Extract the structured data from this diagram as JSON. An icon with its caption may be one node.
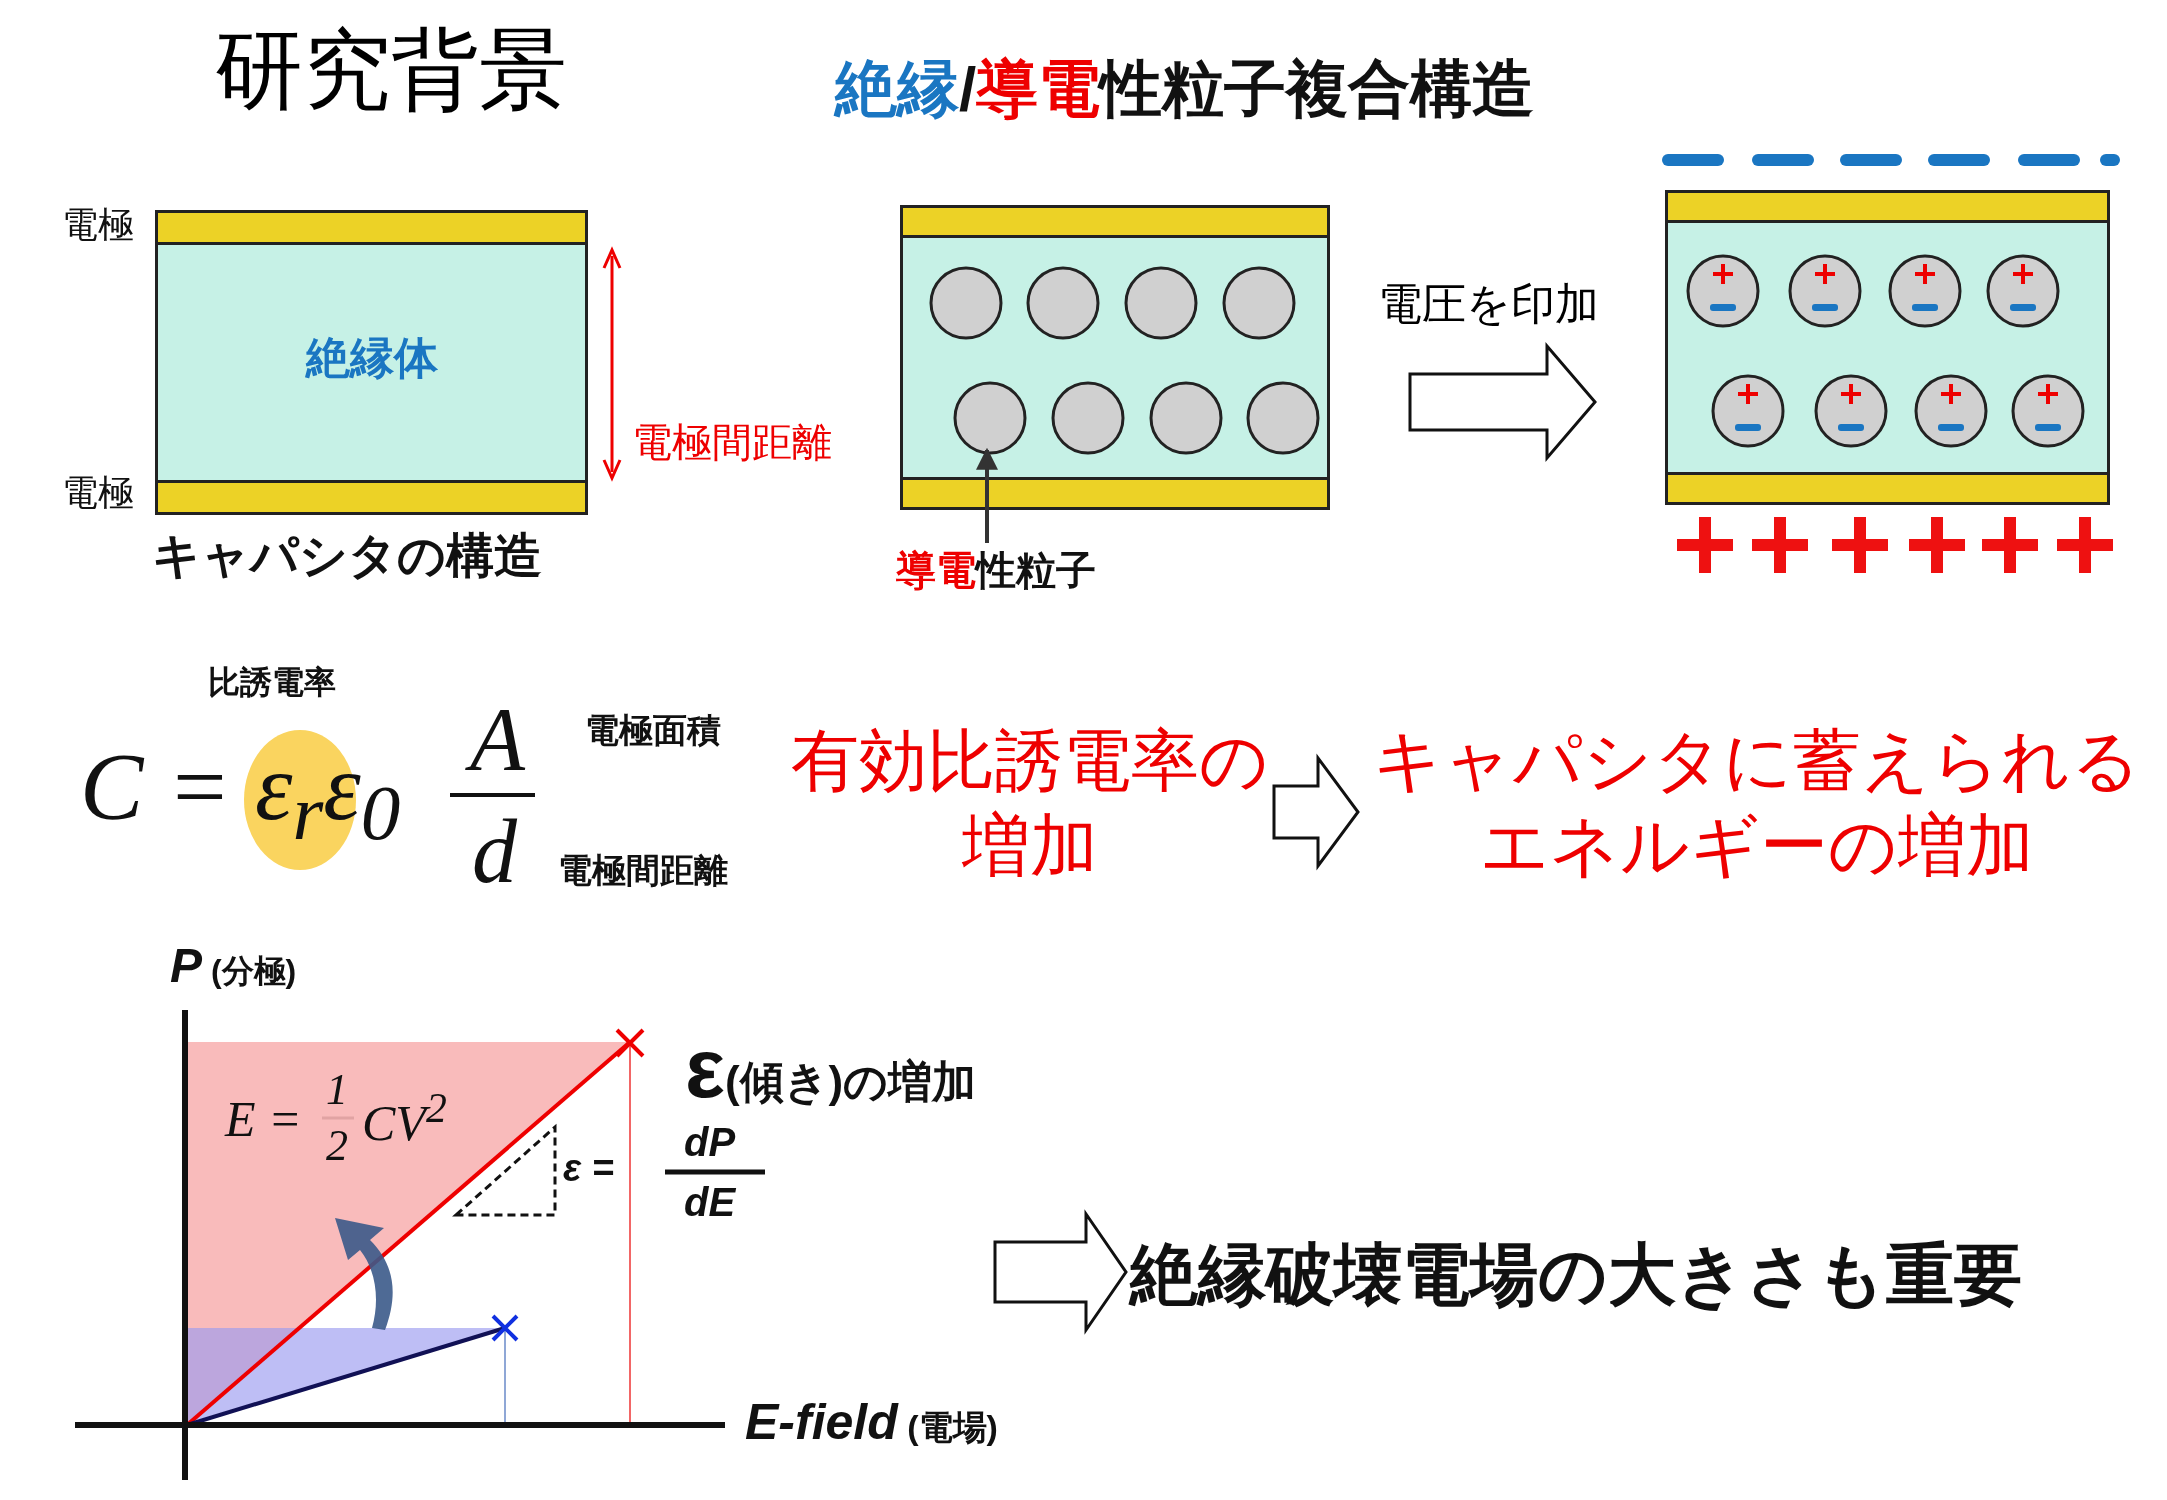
{
  "diagram": {
    "title": "研究背景",
    "nodes": [
      {
        "text": [
          "絶縁体"
        ],
        "beside": [
          "電極",
          "電極",
          "キャパシタの構造"
        ]
      },
      {
        "text": [],
        "shape": "box"
      },
      {
        "text": [],
        "shape": "circle",
        "in": 1
      },
      {
        "text": [],
        "shape": "circle",
        "in": 1
      },
      {
        "text": [],
        "shape": "circle",
        "in": 1
      },
      {
        "text": [],
        "shape": "circle",
        "in": 1
      },
      {
        "text": [],
        "shape": "circle",
        "in": 1
      },
      {
        "text": [],
        "shape": "circle",
        "in": 1
      },
      {
        "text": [],
        "shape": "circle",
        "in": 1
      },
      {
        "text": [],
        "shape": "circle",
        "in": 1
      },
      {
        "text": [
          "導電性粒子"
        ]
      },
      {
        "text": [],
        "shape": "box"
      },
      {
        "text": [],
        "shape": "circle",
        "in": 11
      },
      {
        "text": [],
        "shape": "circle",
        "in": 11
      },
      {
        "text": [],
        "shape": "circle",
        "in": 11
      },
      {
        "text": [],
        "shape": "circle",
        "in": 11
      },
      {
        "text": [],
        "shape": "circle",
        "in": 11
      },
      {
        "text": [],
        "shape": "circle",
        "in": 11
      },
      {
        "text": [],
        "shape": "circle",
        "in": 11
      },
      {
        "text": [],
        "shape": "circle",
        "in": 11
      },
      {
        "text": [
          "有効比誘電率の増加"
        ]
      },
      {
        "text": [
          "キャパシタに蓄えられるエネルギーの増加"
        ]
      },
      {
        "text": [
          "絶縁破壊電場の大きさも重要"
        ]
      }
    ],
    "edges": [
      {
        "from": 1,
        "to": 11,
        "arrow": "to",
        "label": "電圧を印加"
      },
      {
        "from": 10,
        "to": 6,
        "arrow": "to"
      },
      {
        "from": 20,
        "to": 21,
        "arrow": "to"
      },
      {
        "from": null,
        "to": 22,
        "arrow": "to"
      }
    ],
    "labels": [
      "絶縁/導電性粒子複合構造",
      "電極間距離",
      "比誘電率",
      "C = ε$_{r}$ε$_{0}$",
      "A",
      "d",
      "電極面積",
      "電極間距離",
      "P (分極)",
      "ε(傾き)の増加",
      "E =",
      "1",
      "2",
      "CV$^{2}$",
      "ε =",
      "dP",
      "dE",
      "E-field (電場)"
    ]
  }
}
